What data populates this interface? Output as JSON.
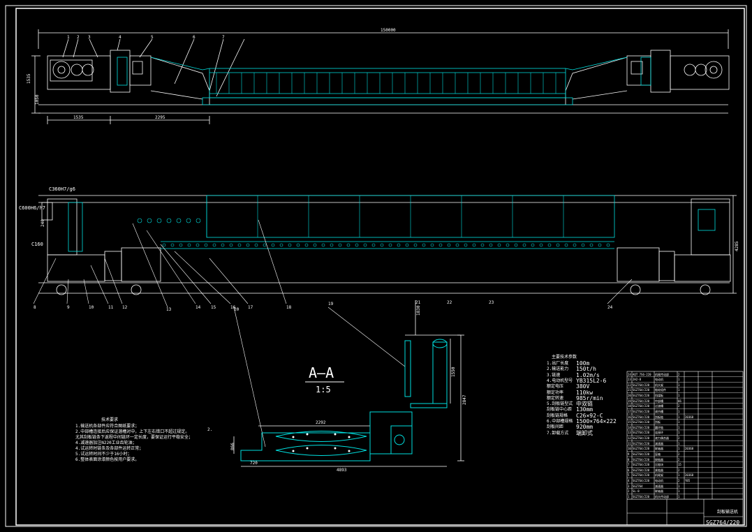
{
  "top_view": {
    "overall_length": "150000",
    "height_dims": [
      "1535",
      "1050"
    ],
    "bottom_dims": [
      "1535",
      "2295"
    ],
    "part_callouts": [
      "1",
      "2",
      "3",
      "4",
      "5",
      "6",
      "7"
    ]
  },
  "plan_view": {
    "fits": [
      "C360H7/g6",
      "C600H6/h7",
      "C160",
      "240"
    ],
    "width_dim": "4285",
    "callouts": [
      "8",
      "9",
      "10",
      "11",
      "12",
      "13",
      "14",
      "15",
      "16",
      "17",
      "18",
      "19",
      "20",
      "21",
      "22",
      "23",
      "24"
    ]
  },
  "section": {
    "title": "A—A",
    "scale": "1:5",
    "dims": {
      "width_top": "2292",
      "overall_width": "4893",
      "offset": "720",
      "height_small": "866",
      "height_right": "2847",
      "height_upper": "1550",
      "width_narrow": "1830"
    }
  },
  "tech_params": {
    "heading": "主要技术参数",
    "rows": [
      {
        "label": "1.出厂长度",
        "value": "100m"
      },
      {
        "label": "2.输送能力",
        "value": "150t/h"
      },
      {
        "label": "3.链速",
        "value": "1.02m/s"
      },
      {
        "label": "4.电动机型号",
        "value": "YB315L2-6"
      },
      {
        "label": "额定电压",
        "value": "380V"
      },
      {
        "label": "额定功率",
        "value": "110kw"
      },
      {
        "label": "额定转速",
        "value": "985r/min"
      },
      {
        "label": "5.刮板链型式",
        "value": "中双链"
      },
      {
        "label": "刮板链中心距",
        "value": "130mm"
      },
      {
        "label": "刮板链规格",
        "value": "C26×92-C"
      },
      {
        "label": "6.中部槽规格",
        "value": "1500×764×222"
      },
      {
        "label": "刮板间距",
        "value": "920mm"
      },
      {
        "label": "7.卸载方式",
        "value": "端卸式"
      }
    ]
  },
  "notes": {
    "heading": "技术要求",
    "lines": [
      "1.输送机各部件应符合图纸要求；",
      "2.中部槽连接后应保证溜槽对中，上下左右错口不超过规定。",
      "尤其刮板链条下返程中间链环一定长度，要保证运行平稳安全；",
      "4.减速器加注N220工业齿轮油；",
      "4.试运转时链条及各部件运转正常；",
      "5.试运转时间不少于16小时；",
      "6.整体表面涂漆颜色按用户要求。"
    ],
    "side_mark": "2."
  },
  "parts_list": {
    "rows": [
      [
        "24",
        "AQT 7S6-220",
        "机尾传动部",
        "2",
        "",
        ""
      ],
      [
        "23",
        "JH2-8",
        "电动机",
        "1",
        "",
        ""
      ],
      [
        "22",
        "SGZ764/220",
        "机头架",
        "1",
        "",
        ""
      ],
      [
        "21",
        "SGZ764/220",
        "链轮组件",
        "1",
        "",
        ""
      ],
      [
        "20",
        "SGZ764/220",
        "挡煤板",
        "1",
        "",
        ""
      ],
      [
        "19",
        "SGZ764/220",
        "中部槽",
        "66",
        "",
        ""
      ],
      [
        "18",
        "SGZ764/220",
        "过渡槽",
        "2",
        "",
        ""
      ],
      [
        "17",
        "SGZ764/220",
        "调节槽",
        "1",
        "",
        ""
      ],
      [
        "16",
        "SGZ764/220",
        "刮板链",
        "1",
        "20368",
        ""
      ],
      [
        "15",
        "SGZ764/220",
        "刮板",
        "1",
        "",
        ""
      ],
      [
        "14",
        "SGZ764/220",
        "圆环链",
        "1",
        "",
        ""
      ],
      [
        "13",
        "SGZ764/220",
        "连接环",
        "1",
        "",
        ""
      ],
      [
        "12",
        "SGZ764/220",
        "液力偶合器",
        "2",
        "",
        ""
      ],
      [
        "11",
        "SGZ764/220",
        "减速器",
        "1",
        "",
        ""
      ],
      [
        "10",
        "SGZ764/220",
        "联轴器",
        "1",
        "20368",
        ""
      ],
      [
        "9",
        "SGZ764/220",
        "盲轴",
        "2",
        "",
        ""
      ],
      [
        "8",
        "SGZ764/220",
        "拨链器",
        "2",
        "",
        ""
      ],
      [
        "7",
        "SGZ764/220",
        "压链块",
        "15",
        "",
        ""
      ],
      [
        "6",
        "SGZ764/220",
        "紧链器",
        "2",
        "",
        ""
      ],
      [
        "5",
        "SGZ764/220",
        "机尾架",
        "1",
        "20368",
        ""
      ],
      [
        "4",
        "SGZ764/220",
        "电动机",
        "2",
        "YB5",
        ""
      ],
      [
        "3",
        "SGZ764",
        "减速器",
        "1",
        "",
        ""
      ],
      [
        "2",
        "SL-8",
        "联轴器",
        "1",
        "",
        ""
      ],
      [
        "1",
        "SGZ764/220",
        "机头传动部",
        "1",
        "",
        ""
      ]
    ]
  },
  "title_block": {
    "drawing_name": "刮板输送机",
    "drawing_number": "SGZ764/220"
  },
  "colors": {
    "background": "#000000",
    "line": "#ffffff",
    "accent": "#00e0e0",
    "frame": "#ffffff"
  }
}
